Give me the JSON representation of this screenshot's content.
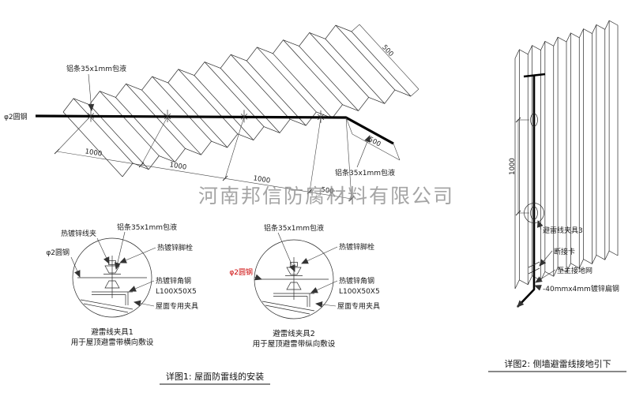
{
  "watermark": "河南邦信防腐材料有限公司",
  "colors": {
    "red_label": "#cc0000",
    "watermark_gray": "#8f8f8f",
    "line": "#2a2a2a"
  },
  "main_drawing": {
    "labels": {
      "al_strip_top": "铝条35x1mm包液",
      "round_steel": "φ2圆钢",
      "al_strip_right": "铝条35x1mm包液"
    },
    "dimensions": {
      "d1": "1000",
      "d2": "1000",
      "d3": "1000",
      "d4": "500",
      "d5": "500",
      "d6": "500"
    },
    "caption": "详图1: 屋面防雷线的安装"
  },
  "detail1": {
    "title": "避雷线夹具1",
    "subtitle": "用于屋顶避雷带横向敷设",
    "labels": {
      "wire_clip": "热镀锌线夹",
      "al_strip": "铝条35x1mm包液",
      "bolt": "热镀锌脚栓",
      "round_steel": "φ2圆钢",
      "angle_steel": "热镀锌角钢",
      "angle_spec": "L100X50X5",
      "roof_clamp": "屋面专用夹具"
    }
  },
  "detail2": {
    "title": "避雷线夹具2",
    "subtitle": "用于屋顶避雷带纵向敷设",
    "labels": {
      "al_strip": "铝条35x1mm包液",
      "bolt": "热镀锌脚栓",
      "round_steel": "φ2圆钢",
      "angle_steel": "热镀锌角钢",
      "angle_spec": "L100X50X5",
      "roof_clamp": "屋面专用夹具"
    }
  },
  "wall_drawing": {
    "dimension": "1000",
    "labels": {
      "clamp3": "避雷线夹具3",
      "disconnect": "断接卡",
      "to_ground": "至主接地网",
      "flat_steel": "-40mmx4mm镀锌扁钢"
    },
    "caption": "详图2: 侧墙避雷线接地引下"
  }
}
